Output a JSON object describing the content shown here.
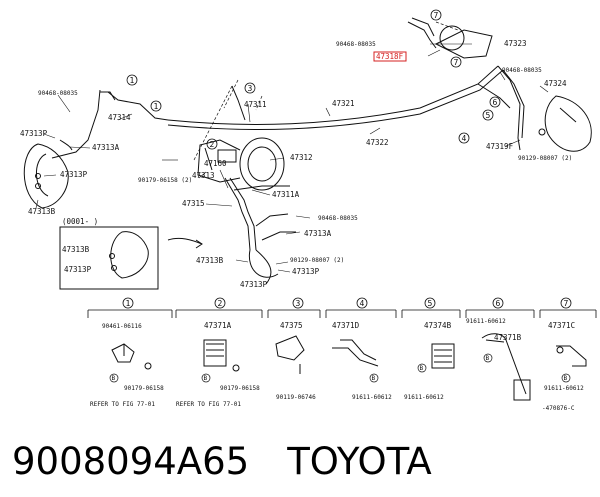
{
  "caption": {
    "part_number": "9008094A65",
    "brand": "TOYOTA"
  },
  "highlight": {
    "part": "47318F",
    "color": "#d42020"
  },
  "parts": {
    "p90468_08035_a": "90468-08035",
    "p47323": "47323",
    "p90468_08035_b": "90468-08035",
    "p47324": "47324",
    "p90468_08035_c": "90468-08035",
    "p47314": "47314",
    "p47313P_a": "47313P",
    "p47313A_a": "47313A",
    "p47313P_b": "47313P",
    "p47313B_a": "47313B",
    "p47311": "47311",
    "p47321": "47321",
    "p47322": "47322",
    "p47160": "47160",
    "p47312": "47312",
    "p47313": "47313",
    "p90179_06158_a": "90179-06158 (2)",
    "p47311A": "47311A",
    "p47319F": "47319F",
    "p90129_08007_a": "90129-08007 (2)",
    "p47315": "47315",
    "p90468_08035_d": "90468-08035",
    "p47313A_b": "47313A",
    "p47313B_b": "47313B",
    "p90129_08007_b": "90129-08007 (2)",
    "p47313P_c": "47313P",
    "p47313P_d": "47313P",
    "inset_range": "(0001-        )",
    "inset_47313B": "47313B",
    "inset_47313P": "47313P"
  },
  "callouts": [
    "1",
    "2",
    "3",
    "4",
    "5",
    "6",
    "7"
  ],
  "details": [
    {
      "num": "1",
      "top": "90461-06116",
      "mid": "B",
      "bottom": "90179-06158",
      "ref": "REFER TO FIG 77-01"
    },
    {
      "num": "2",
      "top": "47371A",
      "mid": "B",
      "bottom": "90179-06158",
      "ref": "REFER TO FIG 77-01"
    },
    {
      "num": "3",
      "top": "47375",
      "bottom": "90119-06746"
    },
    {
      "num": "4",
      "top": "47371D",
      "mid": "B",
      "bottom": "91611-60612"
    },
    {
      "num": "5",
      "top": "47374B",
      "mid": "B",
      "bottom": "91611-60612"
    },
    {
      "num": "6",
      "top": "91611-60612",
      "top2": "47371B",
      "mid": "B"
    },
    {
      "num": "7",
      "top": "47371C",
      "mid": "B",
      "bottom": "91611-60612"
    }
  ],
  "diagram_code": "-470876-C"
}
